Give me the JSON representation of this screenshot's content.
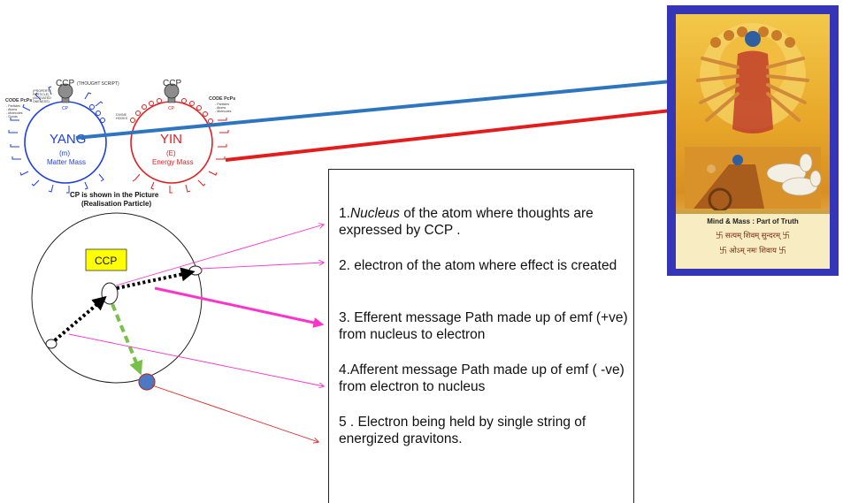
{
  "yin_yang": {
    "yang_title": "YANG",
    "yang_m": "(m)",
    "yang_sub": "Matter Mass",
    "yin_title": "YIN",
    "yin_e": "(E)",
    "yin_sub": "Energy Mass",
    "ccp_left": "CCP",
    "ccp_left_note": "(THOUGHT SCRIPT)",
    "ccp_right": "CCP",
    "cp_left": "CP",
    "cp_right": "CP",
    "property_note": [
      "(PROPERTY",
      "PARTICLE)",
      "(ACTIVATED",
      "ONENESS)"
    ],
    "divine_note": [
      "DIVINE",
      "HOOKS"
    ],
    "code_left": "CODE PcPs",
    "code_left_items": [
      "- Particles",
      "- Atoms",
      "- Molecules",
      "- Gunds"
    ],
    "code_right": "CODE PcPs",
    "code_right_items": [
      "- Particles",
      "- Atoms",
      "- Molecules"
    ],
    "caption_line1": "CP is shown in the Picture",
    "caption_line2": "(Realisation Particle)"
  },
  "atom": {
    "ccp_label": "CCP"
  },
  "descriptions": {
    "item1_italic": "Nucleus",
    "item1_prefix": "1.",
    "item1_rest": " of the atom where thoughts are expressed by CCP .",
    "item2": "2. electron of the atom where effect is created",
    "item3": "3. Efferent message  Path made up of emf (+ve) from nucleus to electron",
    "item4": "4.Afferent message Path made up of emf ( -ve) from electron to nucleus",
    "item5": "5 . Electron being held by single string of energized gravitons."
  },
  "poster": {
    "caption": "Mind & Mass : Part of Truth",
    "line2": "卐 सत्यम् शिवम् सुन्दरम् 卐",
    "line3": "卐 ओऽम् नमः शिवाय 卐"
  },
  "colors": {
    "blue": "#1f3fe0",
    "red": "#e02020",
    "magenta": "#ff33cc",
    "arrow_blue": "#2e75c0",
    "arrow_red": "#e41c1c",
    "green": "#79c04a",
    "ccp_box": "#ffff00"
  }
}
